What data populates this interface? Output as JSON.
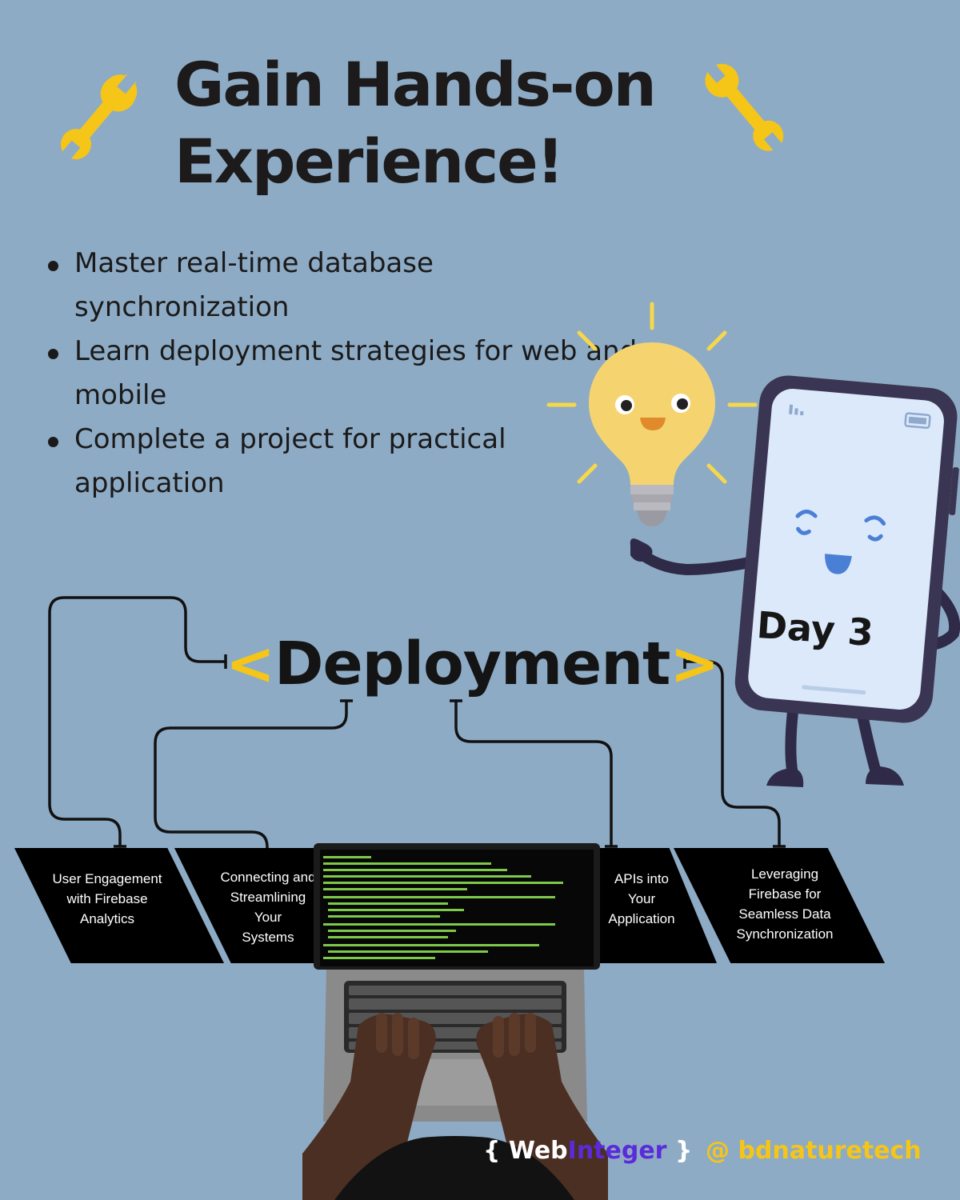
{
  "title": {
    "line1": "Gain Hands-on",
    "line2": "Experience!"
  },
  "bullets": [
    "Master real-time database synchronization",
    "Learn deployment strategies for web and mobile",
    "Complete a project for practical application"
  ],
  "deployment": {
    "open": "<",
    "word": "Deployment",
    "close": ">"
  },
  "topics": [
    "User Engagement\nwith Firebase\nAnalytics",
    "Connecting and\nStreamlining\nYour\nSystems",
    "APIs into\nYour\nApplication",
    "Leveraging\nFirebase for\nSeamless Data\nSynchronization"
  ],
  "phone": {
    "day_label": "Day 3"
  },
  "footer": {
    "brand_open": "{",
    "brand_web": "Web",
    "brand_integer": "Integer",
    "brand_close": "}",
    "handle": "@ bdnaturetech"
  },
  "colors": {
    "background": "#8eabc5",
    "accent_yellow": "#f5c518",
    "brand_purple": "#5b2bd9",
    "text_dark": "#1a1a1a",
    "phone_screen": "#dbe9fb",
    "phone_body": "#3a3552"
  },
  "icons": [
    "wrench-icon",
    "lightbulb-icon",
    "phone-mascot",
    "laptop-image",
    "signal-icon",
    "battery-icon"
  ]
}
